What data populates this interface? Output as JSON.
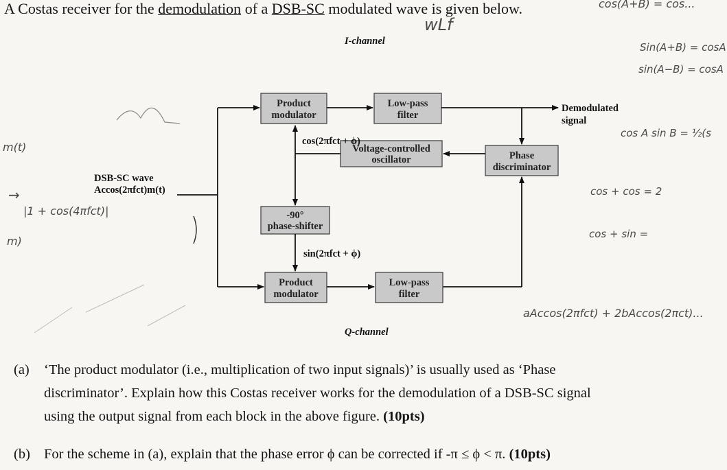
{
  "title": {
    "before": "A Costas receiver for the ",
    "underlined1": "demodulation",
    "middle": " of a ",
    "underlined2": "DSB-SC",
    "after": " modulated wave is given below."
  },
  "diagram": {
    "i_channel_label": "I-channel",
    "q_channel_label": "Q-channel",
    "product_modulator_top": [
      "Product",
      "modulator"
    ],
    "product_modulator_bottom": [
      "Product",
      "modulator"
    ],
    "lpf_top": [
      "Low-pass",
      "filter"
    ],
    "lpf_bottom": [
      "Low-pass",
      "filter"
    ],
    "vco": [
      "Voltage-controlled",
      "oscillator"
    ],
    "phase_discriminator": [
      "Phase",
      "discriminator"
    ],
    "phase_shifter": [
      "-90°",
      "phase-shifter"
    ],
    "cos_label": "cos(2πfct + ϕ)",
    "sin_label": "sin(2πfct + ϕ)",
    "input_label_1": "DSB-SC wave",
    "input_label_2": "Accos(2πfct)m(t)",
    "output_label": [
      "Demodulated",
      "signal"
    ]
  },
  "handwriting": {
    "top_right": "cos(A+B) = cos...",
    "w_f": "wLf",
    "sin_sum": "Sin(A+B) = cosA",
    "sin_diff": "sin(A−B) = cosA",
    "mt": "m(t)",
    "cos_sin": "cos A sin B = ½(s",
    "cos_plus": "cos + cos = 2",
    "cos_plus_sin": "cos + sin =",
    "arrow": "→",
    "left_cos": "|1 + cos(4πfct)|",
    "left_m": "m)",
    "bottom_right": "aAccos(2πfct) + 2bAccos(2πct)..."
  },
  "questions": [
    {
      "num": "(a)",
      "line1": "‘The product modulator (i.e., multiplication of two input signals)’ is usually used as ‘Phase",
      "line2": "discriminator’. Explain how this Costas receiver works for the demodulation of a DSB-SC signal",
      "line3": "using the output signal from each block in the above figure.",
      "points": "(10pts)"
    },
    {
      "num": "(b)",
      "line1": "For the scheme in (a), explain that the phase error ϕ can be corrected if -π ≤ ϕ < π.",
      "points": "(10pts)"
    }
  ]
}
